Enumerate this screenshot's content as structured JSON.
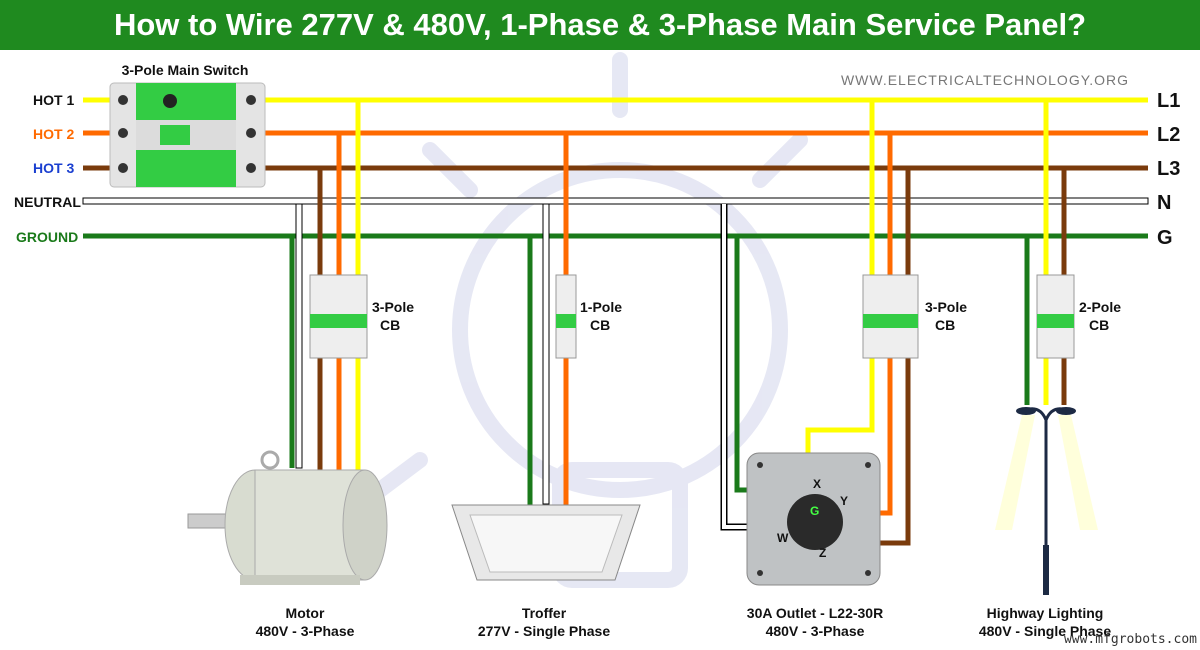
{
  "title": "How to Wire 277V & 480V, 1-Phase & 3-Phase Main Service Panel?",
  "website": "WWW.ELECTRICALTECHNOLOGY.ORG",
  "watermark": "www.mfgrobots.com",
  "main_switch_label": "3-Pole Main Switch",
  "buses": [
    {
      "left": "HOT 1",
      "right": "L1",
      "color": "#ffff00",
      "label_color": "#111111"
    },
    {
      "left": "HOT 2",
      "right": "L2",
      "color": "#ff6a00",
      "label_color": "#ff6a00"
    },
    {
      "left": "HOT 3",
      "right": "L3",
      "color": "#7a3b0c",
      "label_color": "#1a3fd0"
    },
    {
      "left": "NEUTRAL",
      "right": "N",
      "color": "#ffffff",
      "label_color": "#111111"
    },
    {
      "left": "GROUND",
      "right": "G",
      "color": "#1a7a1a",
      "label_color": "#1a7a1a"
    }
  ],
  "breakers": [
    {
      "line1": "3-Pole",
      "line2": "CB"
    },
    {
      "line1": "1-Pole",
      "line2": "CB"
    },
    {
      "line1": "3-Pole",
      "line2": "CB"
    },
    {
      "line1": "2-Pole",
      "line2": "CB"
    }
  ],
  "loads": [
    {
      "name": "Motor",
      "rating": "480V - 3-Phase"
    },
    {
      "name": "Troffer",
      "rating": "277V - Single Phase"
    },
    {
      "name": "30A Outlet - L22-30R",
      "rating": "480V - 3-Phase"
    },
    {
      "name": "Highway Lighting",
      "rating": "480V - Single Phase"
    }
  ],
  "outlet_terminals": {
    "x": "X",
    "y": "Y",
    "z": "Z",
    "w": "W",
    "g": "G"
  }
}
